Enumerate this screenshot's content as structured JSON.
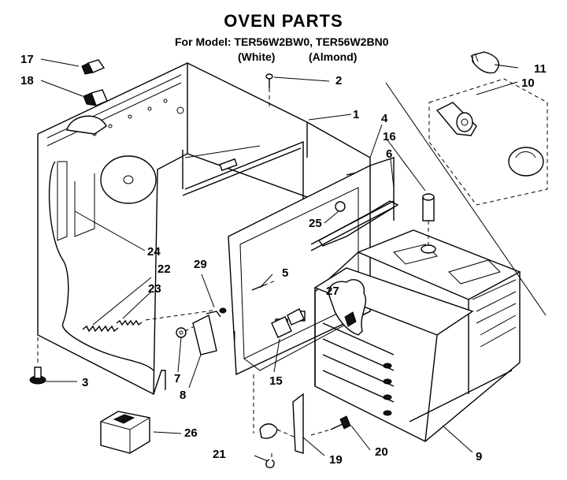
{
  "title": "OVEN PARTS",
  "subtitle": "For Model: TER56W2BW0, TER56W2BN0",
  "variants": [
    "(White)",
    "(Almond)"
  ],
  "callouts": [
    "1",
    "2",
    "3",
    "4",
    "5",
    "6",
    "7",
    "8",
    "9",
    "10",
    "11",
    "15",
    "16",
    "17",
    "18",
    "19",
    "20",
    "21",
    "22",
    "23",
    "24",
    "25",
    "26",
    "27",
    "29"
  ]
}
